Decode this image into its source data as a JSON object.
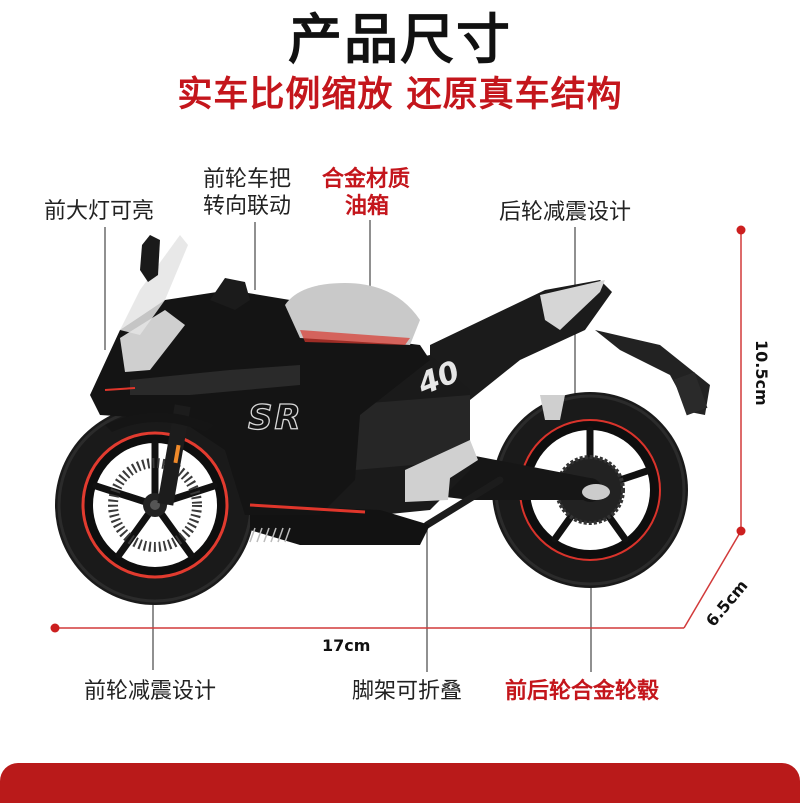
{
  "header": {
    "title": "产品尺寸",
    "subtitle": "实车比例缩放 还原真车结构"
  },
  "callouts": {
    "headlight": "前大灯可亮",
    "handlebar_line1": "前轮车把",
    "handlebar_line2": "转向联动",
    "tank_line1": "合金材质",
    "tank_line2": "油箱",
    "rear_shock": "后轮减震设计",
    "front_shock": "前轮减震设计",
    "kickstand": "脚架可折叠",
    "wheels": "前后轮合金轮毂"
  },
  "dimensions": {
    "length": "17cm",
    "height": "10.5cm",
    "width": "6.5cm"
  },
  "product": {
    "model_badge": "SR",
    "number_badge": "40"
  },
  "colors": {
    "accent_red": "#c4161c",
    "dimension_line": "#d23a3a",
    "callout_line": "#555555",
    "band_red": "#b91a1a",
    "bike_body": "#141414",
    "tank_silver": "#c9c9c9"
  }
}
